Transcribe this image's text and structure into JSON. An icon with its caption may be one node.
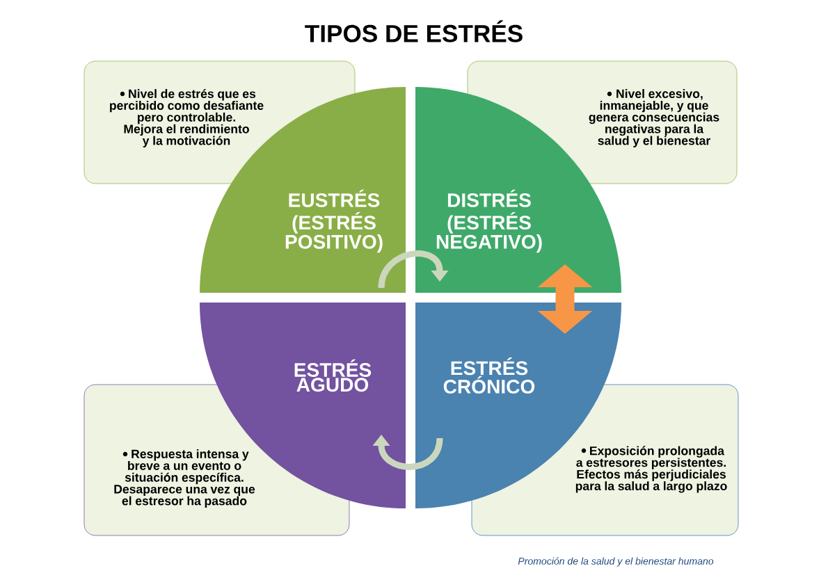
{
  "diagram": {
    "title": "TIPOS DE ESTRÉS",
    "nodes": [
      {
        "text": [
          "Nivel de estrés que es percibido como desafiante pero controlable. Mejora el rendimiento y la motivación"
        ]
      },
      {
        "text": [
          "EUSTRÉS",
          "(ESTRÉS POSITIVO)"
        ]
      },
      {
        "text": [
          "Nivel excesivo, inmanejable, y que genera consecuencias negativas para la salud y el bienestar"
        ]
      },
      {
        "text": [
          "DISTRÉS",
          "(ESTRÉS NEGATIVO)"
        ]
      },
      {
        "text": [
          "ESTRÉS AGUDO"
        ]
      },
      {
        "text": [
          "ESTRÉS CRÓNICO"
        ]
      },
      {
        "text": [
          "Respuesta intensa y breve a un evento o situación específica. Desaparece una vez que el estresor ha pasado"
        ]
      },
      {
        "text": [
          "Exposición prolongada a estresores persistentes. Efectos más perjudiciales para la salud a largo plazo"
        ]
      }
    ],
    "edges": [
      {
        "from": 1,
        "to": 3,
        "arrow": "to"
      },
      {
        "from": 5,
        "to": 4,
        "arrow": "to"
      },
      {
        "from": 3,
        "to": 5,
        "arrow": "both",
        "style": "thick",
        "color": "#f79646"
      }
    ],
    "labels": [
      "Promoción de la salud y el bienestar humano"
    ]
  }
}
